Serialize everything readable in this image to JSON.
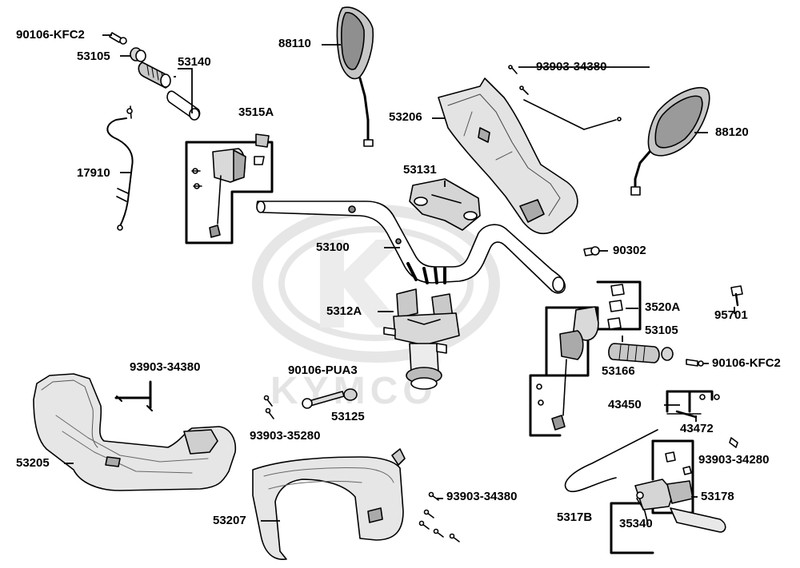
{
  "brand": {
    "watermark_text": "KYMCO",
    "watermark_color": "#e2e2e2"
  },
  "colors": {
    "line": "#000000",
    "part_fill": "#ffffff",
    "part_shade": "#bdbdbd"
  },
  "parts": [
    {
      "id": "p1",
      "label": "90106-KFC2"
    },
    {
      "id": "p2",
      "label": "53105"
    },
    {
      "id": "p3",
      "label": "53140"
    },
    {
      "id": "p4",
      "label": "3515A"
    },
    {
      "id": "p5",
      "label": "17910"
    },
    {
      "id": "p6",
      "label": "88110"
    },
    {
      "id": "p7",
      "label": "93903-34380"
    },
    {
      "id": "p8",
      "label": "53206"
    },
    {
      "id": "p9",
      "label": "88120"
    },
    {
      "id": "p10",
      "label": "53131"
    },
    {
      "id": "p11",
      "label": "53100"
    },
    {
      "id": "p12",
      "label": "90302"
    },
    {
      "id": "p13",
      "label": "5312A"
    },
    {
      "id": "p14",
      "label": "3520A"
    },
    {
      "id": "p15",
      "label": "95701"
    },
    {
      "id": "p16",
      "label": "53105"
    },
    {
      "id": "p17",
      "label": "53166"
    },
    {
      "id": "p18",
      "label": "90106-KFC2"
    },
    {
      "id": "p19",
      "label": "93903-34380"
    },
    {
      "id": "p20",
      "label": "90106-PUA3"
    },
    {
      "id": "p21",
      "label": "53125"
    },
    {
      "id": "p22",
      "label": "93903-35280"
    },
    {
      "id": "p23",
      "label": "53205"
    },
    {
      "id": "p24",
      "label": "43450"
    },
    {
      "id": "p25",
      "label": "43472"
    },
    {
      "id": "p26",
      "label": "93903-34280"
    },
    {
      "id": "p27",
      "label": "53178"
    },
    {
      "id": "p28",
      "label": "93903-34380"
    },
    {
      "id": "p29",
      "label": "53207"
    },
    {
      "id": "p30",
      "label": "5317B"
    },
    {
      "id": "p31",
      "label": "35340"
    }
  ]
}
